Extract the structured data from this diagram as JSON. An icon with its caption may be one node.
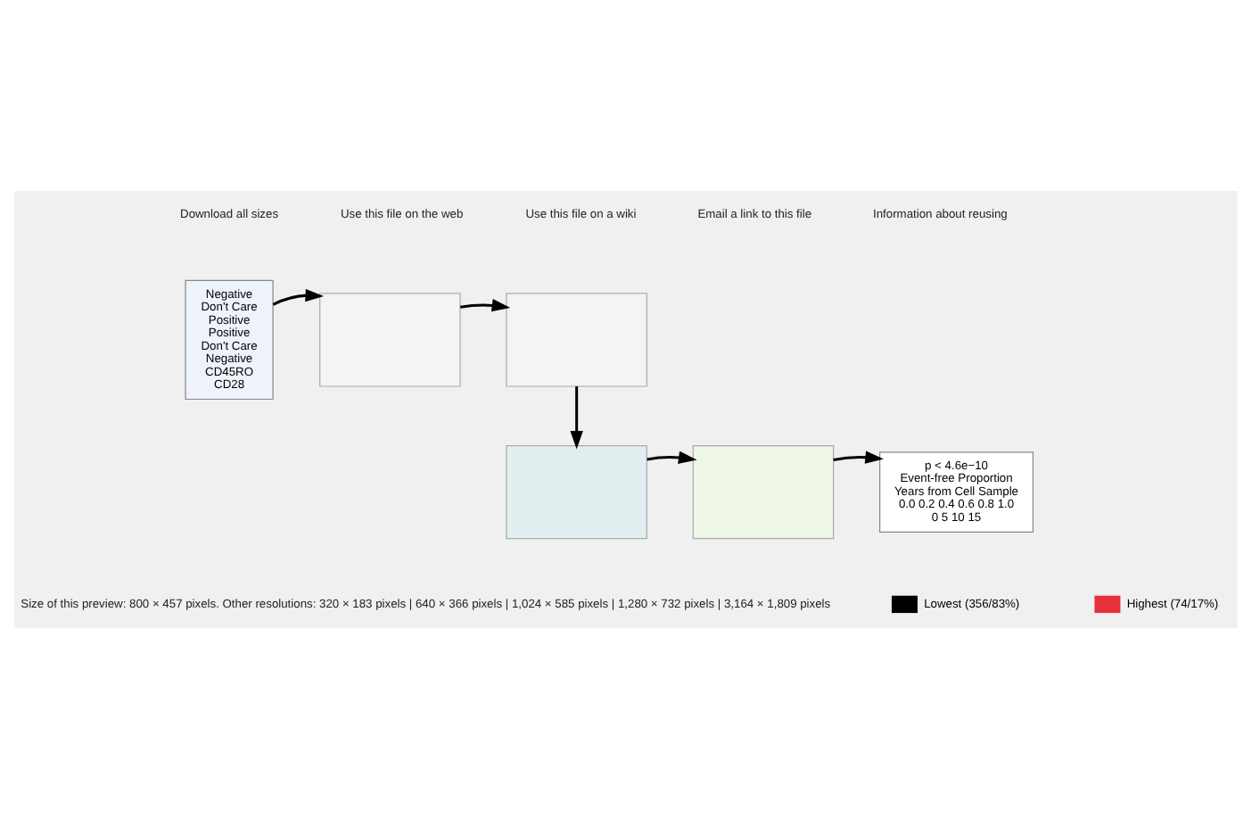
{
  "diagram": {
    "nodes": [
      {
        "text": [
          "Negative",
          "Don't Care",
          "Positive",
          "Positive",
          "Don't Care",
          "Negative",
          "CD45RO",
          "CD28"
        ]
      },
      {
        "text": [],
        "shape": "box"
      },
      {
        "text": [],
        "shape": "box"
      },
      {
        "text": [],
        "shape": "box"
      },
      {
        "text": [],
        "shape": "box"
      },
      {
        "text": [
          "p < 4.6e−10",
          "Event-free Proportion",
          "Years from Cell Sample",
          "0.0 0.2 0.4 0.6 0.8 1.0",
          "0 5 10 15"
        ]
      }
    ],
    "edges": [
      {
        "from": 0,
        "to": 1,
        "arrow": "to"
      },
      {
        "from": 1,
        "to": 2,
        "arrow": "to"
      },
      {
        "from": 2,
        "to": 3,
        "arrow": "to"
      },
      {
        "from": 3,
        "to": 4,
        "arrow": "to"
      },
      {
        "from": 4,
        "to": 5,
        "arrow": "to"
      }
    ],
    "labels": [
      "Download all sizes",
      "Use this file on the web",
      "Use this file on a wiki",
      "Email a link to this file",
      "Information about reusing",
      "Size of this preview: 800 × 457 pixels. Other resolutions: 320 × 183 pixels | 640 × 366 pixels | 1,024 × 585 pixels | 1,280 × 732 pixels | 3,164 × 1,809 pixels"
    ],
    "legend": [
      {
        "text": "Lowest (356/83%)",
        "color": "#000000"
      },
      {
        "text": "Highest (74/17%)",
        "color": "#e8303a"
      }
    ]
  }
}
